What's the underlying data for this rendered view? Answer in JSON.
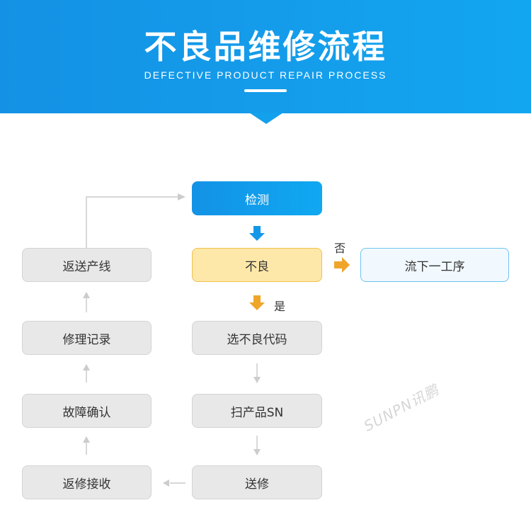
{
  "header": {
    "title": "不良品维修流程",
    "subtitle": "DEFECTIVE PRODUCT REPAIR PROCESS"
  },
  "nodes": {
    "inspect": "检测",
    "defect": "不良",
    "next_process": "流下一工序",
    "select_code": "选不良代码",
    "scan_sn": "扫产品SN",
    "send_repair": "送修",
    "return_line": "返送产线",
    "repair_record": "修理记录",
    "fault_confirm": "故障确认",
    "repair_receive": "返修接收"
  },
  "labels": {
    "no": "否",
    "yes": "是"
  },
  "logo_text": "SUNPN讯鹏",
  "colors": {
    "header": "#1491e4",
    "node_gray": "#e8e8e8",
    "node_yellow": "#fde8a9",
    "node_blue": "#13a0ec",
    "arrow_blue": "#1597e8",
    "arrow_orange": "#efa52a",
    "arrow_gray": "#c8c8c8"
  }
}
